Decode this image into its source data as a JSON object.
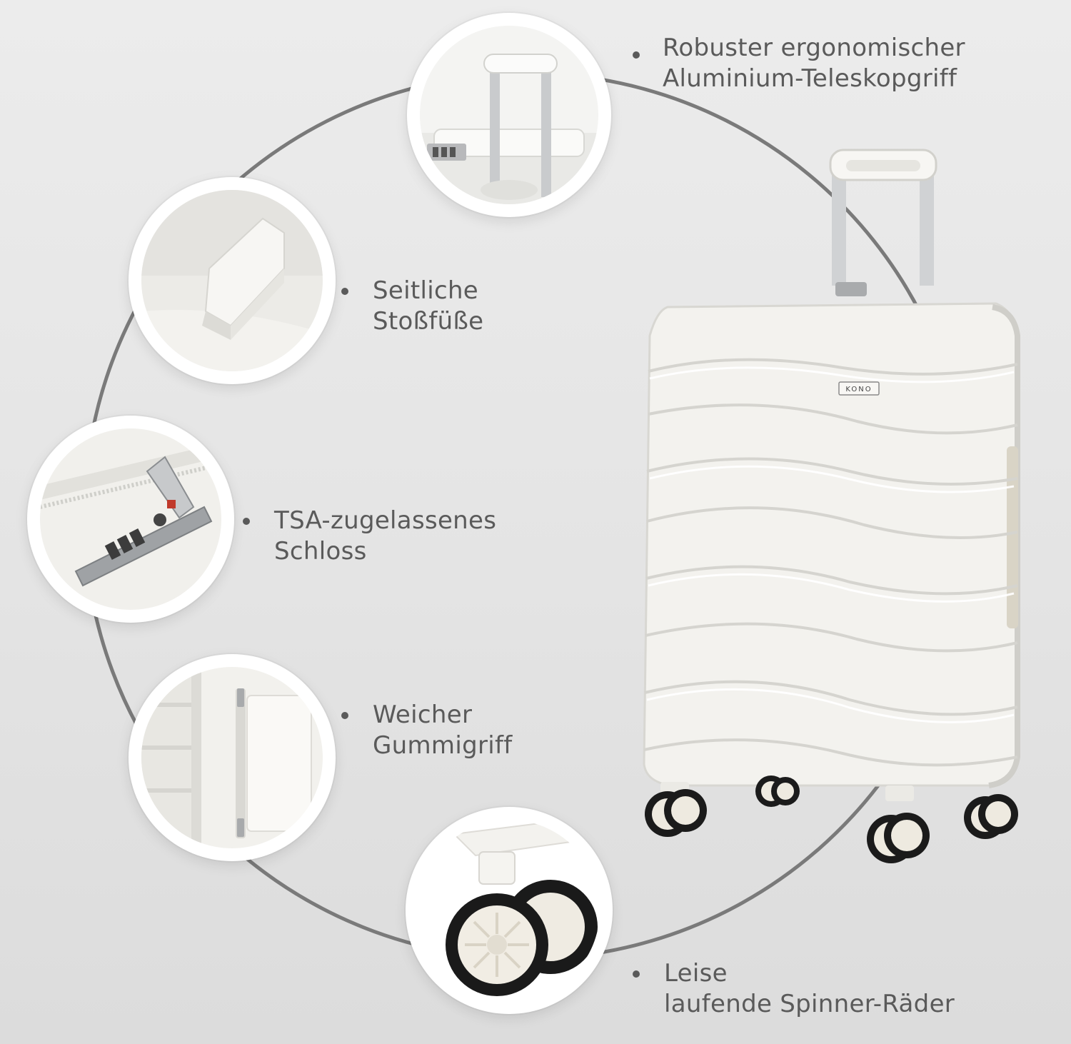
{
  "features": [
    {
      "id": "handle",
      "icon": "telescopic-handle-icon",
      "line1": "Robuster ergonomischer",
      "line2": "Aluminium-Teleskopgriff"
    },
    {
      "id": "feet",
      "icon": "side-bumper-feet-icon",
      "line1": "Seitliche",
      "line2": "Stoßfüße"
    },
    {
      "id": "lock",
      "icon": "tsa-lock-icon",
      "line1": "TSA-zugelassenes",
      "line2": "Schloss"
    },
    {
      "id": "grip",
      "icon": "rubber-grip-icon",
      "line1": "Weicher",
      "line2": "Gummigriff"
    },
    {
      "id": "wheels",
      "icon": "spinner-wheels-icon",
      "line1": "Leise",
      "line2": "laufende Spinner-Räder"
    }
  ],
  "product": {
    "brand_badge": "KONO",
    "shell_color": "#f3f2ee",
    "handle_color": "#cfd1d3"
  },
  "colors": {
    "background": "#e6e6e6",
    "ring": "#7a7a7a",
    "text": "#5a5a5a"
  }
}
